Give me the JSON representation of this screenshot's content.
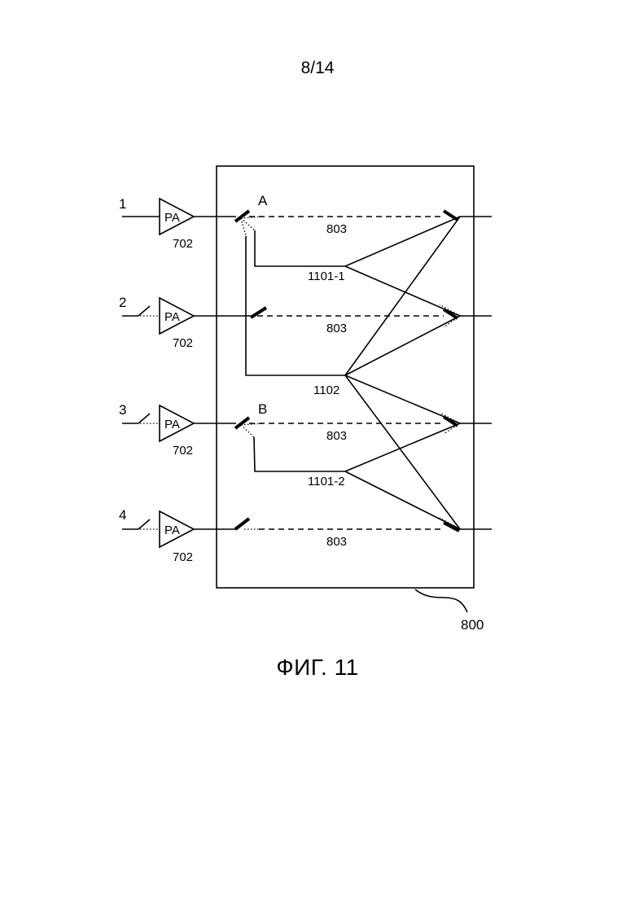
{
  "page_number": "8/14",
  "figure_caption": "ФИГ. 11",
  "labels": {
    "input_1": "1",
    "input_2": "2",
    "input_3": "3",
    "input_4": "4",
    "amp": "PA",
    "amp_ref": "702",
    "guide_ref": "803",
    "point_a": "A",
    "point_b": "B",
    "splitter_1": "1101-1",
    "splitter_main": "1102",
    "splitter_2": "1101-2",
    "device_ref": "800"
  }
}
